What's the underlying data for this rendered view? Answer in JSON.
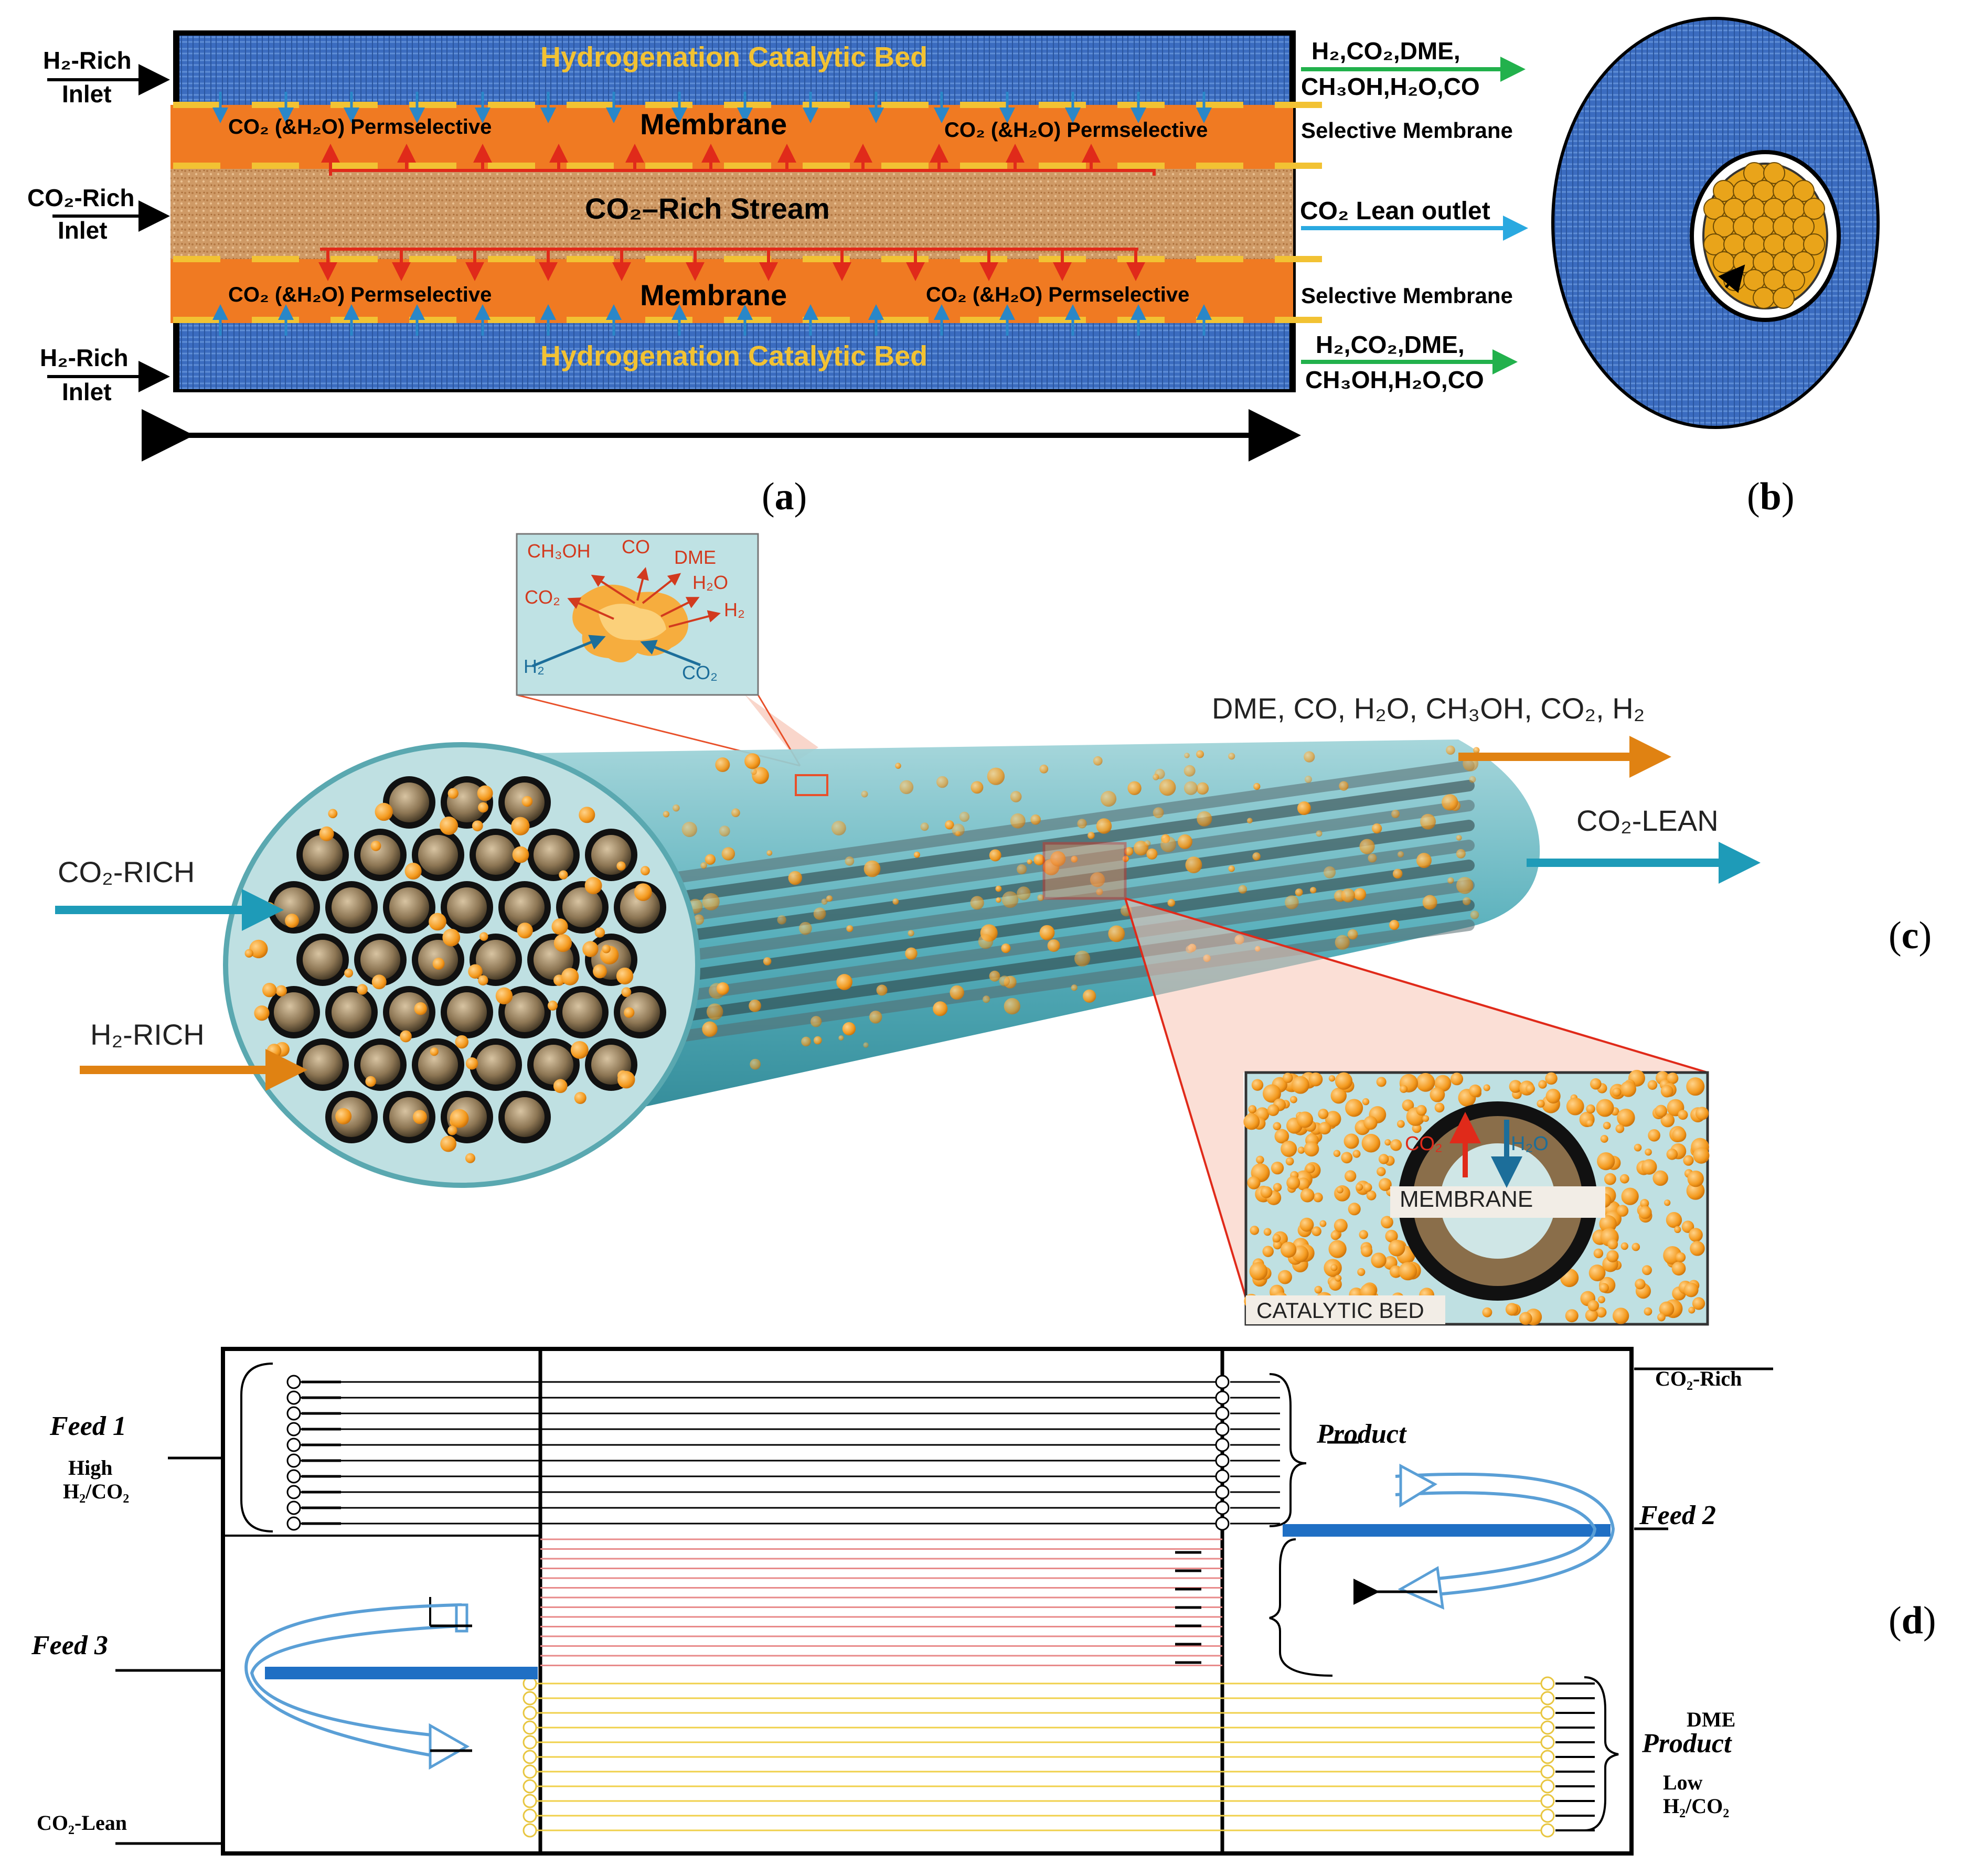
{
  "panel_a": {
    "letter": "a",
    "catalytic_bed_label": "Hydrogenation Catalytic Bed",
    "membrane_label": "Membrane",
    "permselective_label": "CO₂ (&H₂O) Permselective",
    "stream_label": "CO₂–Rich Stream",
    "h2_inlet_line1": "H₂-Rich",
    "h2_inlet_line2": "Inlet",
    "co2_inlet_line1": "CO₂-Rich",
    "co2_inlet_line2": "Inlet",
    "outlet_line1": "H₂,CO₂,DME,",
    "outlet_line2": "CH₃OH,H₂O,CO",
    "selective_membrane": "Selective Membrane",
    "co2_lean_outlet": "CO₂ Lean outlet"
  },
  "panel_b": {
    "letter": "b"
  },
  "panel_c": {
    "letter": "c",
    "product_label": "DME, CO, H₂O, CH₃OH, CO₂, H₂",
    "co2_lean": "CO₂-LEAN",
    "co2_rich": "CO₂-RICH",
    "h2_rich": "H₂-RICH",
    "membrane": "MEMBRANE",
    "catalytic_bed": "CATALYTIC BED",
    "co2": "CO₂",
    "h2o": "H₂O",
    "inset": {
      "ch3oh": "CH₃OH",
      "co": "CO",
      "dme": "DME",
      "co2_out": "CO₂",
      "h2o": "H₂O",
      "h2_out": "H₂",
      "h2_in": "H₂",
      "co2_in": "CO₂"
    }
  },
  "panel_d": {
    "letter": "d",
    "feed1": "Feed  1",
    "high": "High",
    "h2co2_high": "H₂/CO₂",
    "product": "Product",
    "co2_rich": "CO₂-Rich",
    "feed2": "Feed  2",
    "feed3": "Feed  3",
    "dme": "DME",
    "product2": "Product",
    "low": "Low",
    "h2co2_low": "H₂/CO₂",
    "co2_lean": "CO₂-Lean"
  },
  "colors": {
    "catalytic_blue": "#3d6fc2",
    "membrane_orange": "#f07a22",
    "stream_tan": "#d4a070",
    "yellow_label": "#f2c233",
    "red_arrow": "#e02a1a",
    "blue_arrow": "#2a87c8",
    "green_arrow": "#22b14c",
    "cyan_arrow": "#2aa9e0",
    "teal": "#1e9bb8",
    "orange_particle": "#f49a1e",
    "feed_blue": "#1f6fc4",
    "pink_line": "#e88a8a",
    "yellow_line": "#f0d04a"
  }
}
